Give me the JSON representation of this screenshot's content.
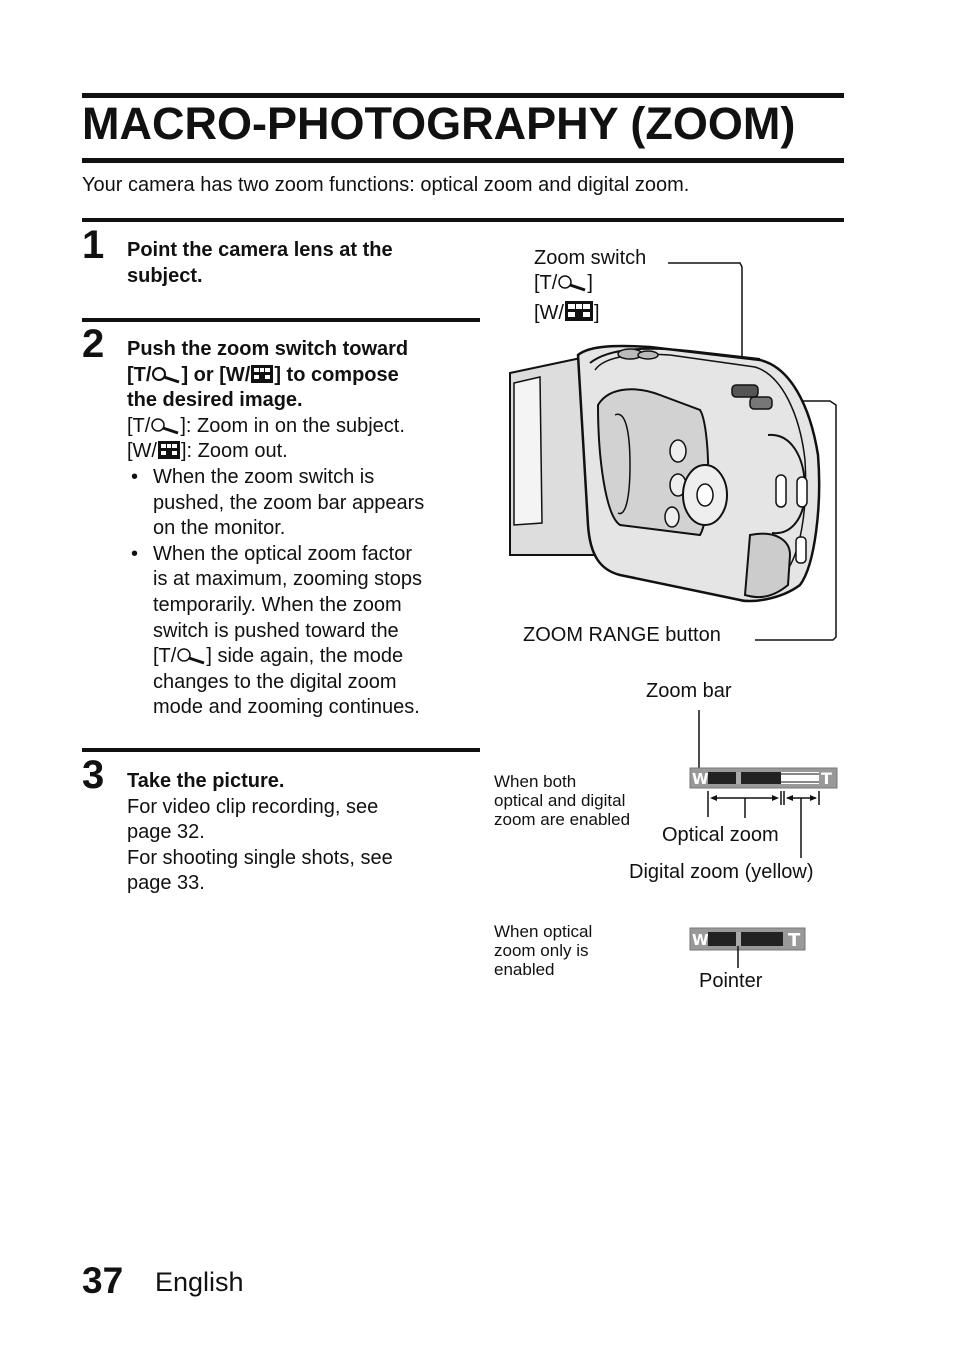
{
  "title": "MACRO-PHOTOGRAPHY (ZOOM)",
  "intro": "Your camera has two zoom functions: optical zoom and digital zoom.",
  "steps": [
    {
      "number": "1",
      "heading_lines": [
        "Point the camera lens at the",
        "subject."
      ]
    },
    {
      "number": "2",
      "heading": {
        "l1": "Push the zoom switch toward",
        "l2_a": "[T/",
        "l2_b": "] or [W/",
        "l2_c": "] to compose",
        "l3": "the desired image."
      },
      "t_desc_a": "[T/",
      "t_desc_b": "]:  Zoom in on the subject.",
      "w_desc_a": "[W/",
      "w_desc_b": "]: Zoom out.",
      "bullet1": [
        "When the zoom switch is",
        "pushed, the zoom bar appears",
        "on the monitor."
      ],
      "bullet2_lines": [
        "When the optical zoom factor",
        "is at maximum, zooming stops",
        "temporarily. When the zoom",
        "switch is pushed toward the"
      ],
      "bullet2_t_a": "[T/",
      "bullet2_t_b": "] side again, the mode",
      "bullet2_tail": [
        "changes to the digital zoom",
        "mode and zooming continues."
      ],
      "bullet_char": "•"
    },
    {
      "number": "3",
      "heading": "Take the picture.",
      "body_lines": [
        "For video clip recording, see",
        "page 32.",
        "For shooting single shots, see",
        "page 33."
      ]
    }
  ],
  "diagram": {
    "zoom_switch_label": "Zoom switch",
    "t_label_a": "[T/",
    "t_label_b": "]",
    "w_label_a": "[W/",
    "w_label_b": "]",
    "zoom_range_label": "ZOOM RANGE button",
    "zoom_bar_label": "Zoom bar",
    "both_enabled": [
      "When both",
      "optical and digital",
      "zoom are enabled"
    ],
    "optical_only": [
      "When optical",
      "zoom only is",
      "enabled"
    ],
    "optical_zoom_label": "Optical zoom",
    "digital_zoom_label": "Digital zoom (yellow)",
    "pointer_label": "Pointer",
    "bar_w": "W",
    "bar_t": "T"
  },
  "footer": {
    "page_number": "37",
    "language": "English"
  },
  "icons": {
    "tele": "magnifier-icon",
    "wide": "grid-icon"
  }
}
